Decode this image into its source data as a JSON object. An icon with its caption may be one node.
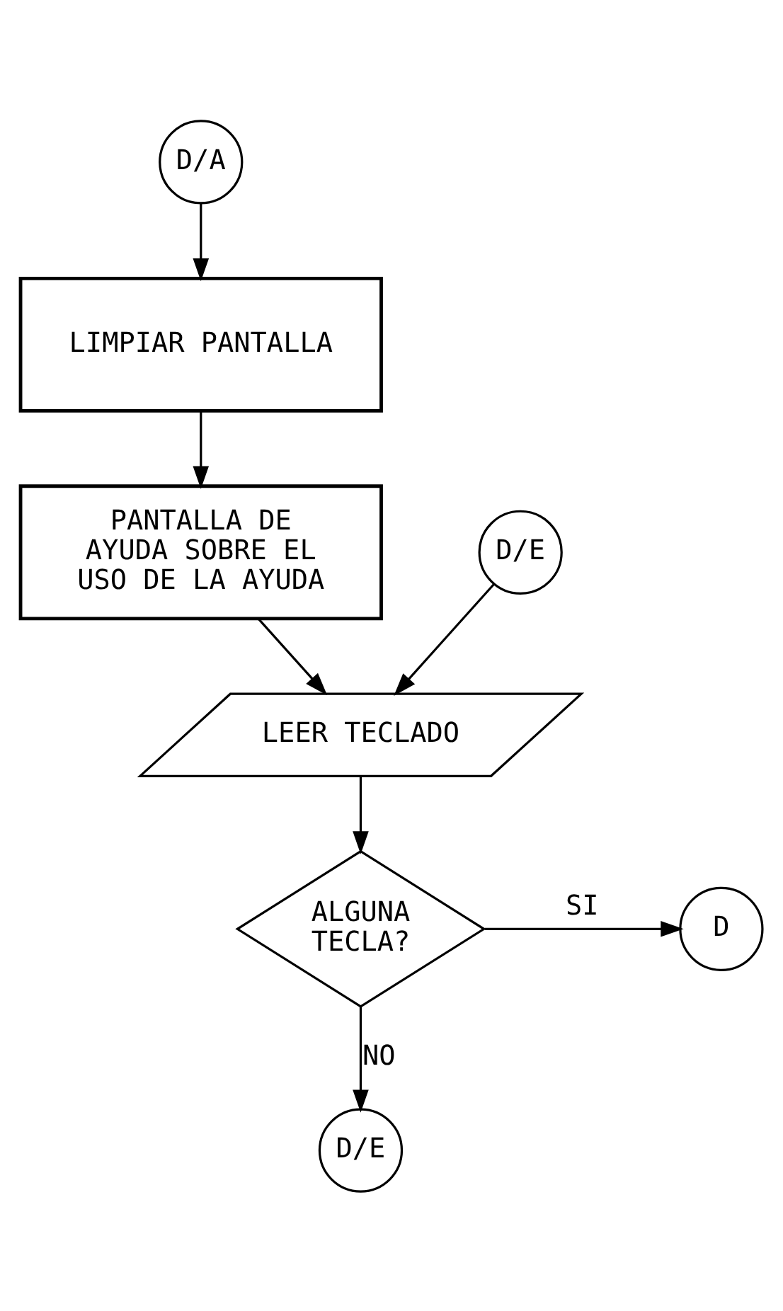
{
  "diagram": {
    "nodes": [
      {
        "text": [
          "D/A"
        ]
      },
      {
        "text": [
          "LIMPIAR PANTALLA"
        ]
      },
      {
        "text": [
          "PANTALLA DE AYUDA SOBRE EL USO DE LA AYUDA"
        ]
      },
      {
        "text": [
          "D/E"
        ]
      },
      {
        "text": [
          "LEER TECLADO"
        ]
      },
      {
        "text": [
          "ALGUNA TECLA?"
        ]
      },
      {
        "text": [
          "D"
        ]
      },
      {
        "text": [
          "D/E"
        ]
      }
    ],
    "edges": [
      {
        "from": 0,
        "to": 1,
        "arrow": "to"
      },
      {
        "from": 1,
        "to": 2,
        "arrow": "to"
      },
      {
        "from": 2,
        "to": 4,
        "arrow": "to"
      },
      {
        "from": 3,
        "to": 4,
        "arrow": "to"
      },
      {
        "from": 4,
        "to": 5,
        "arrow": "to"
      },
      {
        "from": 5,
        "to": 6,
        "label": "SI",
        "arrow": "to"
      },
      {
        "from": 5,
        "to": 7,
        "label": "NO",
        "arrow": "to"
      }
    ]
  }
}
